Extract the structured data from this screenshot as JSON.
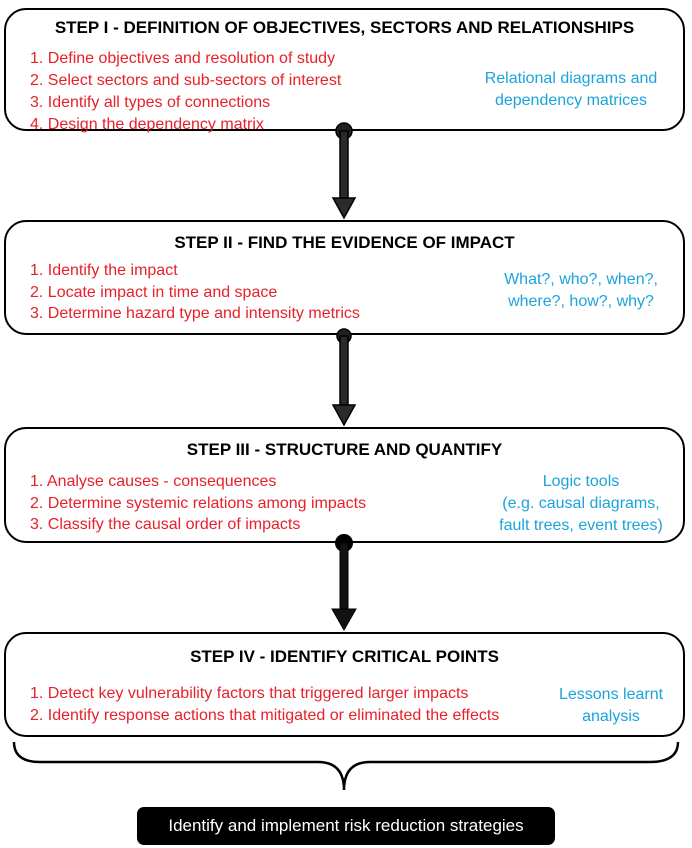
{
  "steps": [
    {
      "title": "STEP I - DEFINITION OF OBJECTIVES, SECTORS AND RELATIONSHIPS",
      "items": [
        "1. Define objectives and resolution of study",
        "2. Select sectors and sub-sectors of interest",
        "3. Identify all types of connections",
        "4. Design the dependency matrix"
      ],
      "tool_lines": [
        "Relational diagrams and",
        "dependency matrices"
      ]
    },
    {
      "title": "STEP II - FIND THE EVIDENCE OF IMPACT",
      "items": [
        "1. Identify the impact",
        "2. Locate impact in time and space",
        "3. Determine hazard type and intensity metrics"
      ],
      "tool_lines": [
        "What?, who?, when?,",
        "where?, how?, why?"
      ]
    },
    {
      "title": "STEP III - STRUCTURE AND QUANTIFY",
      "items": [
        "1. Analyse causes - consequences",
        "2. Determine systemic relations among impacts",
        "3. Classify the causal order of impacts"
      ],
      "tool_lines": [
        "Logic tools",
        "(e.g. causal diagrams,",
        "fault trees, event trees)"
      ]
    },
    {
      "title": "STEP IV - IDENTIFY CRITICAL POINTS",
      "items": [
        "1. Detect key vulnerability factors that triggered larger impacts",
        "2. Identify response actions that mitigated or eliminated the effects"
      ],
      "tool_lines": [
        "Lessons learnt",
        "analysis"
      ]
    }
  ],
  "final": {
    "label": "Identify and implement risk reduction strategies"
  },
  "colors": {
    "item_text": "#e8202a",
    "tool_text": "#1aa3dd",
    "border": "#000000",
    "arrow_fill": "#2a2a2a"
  }
}
